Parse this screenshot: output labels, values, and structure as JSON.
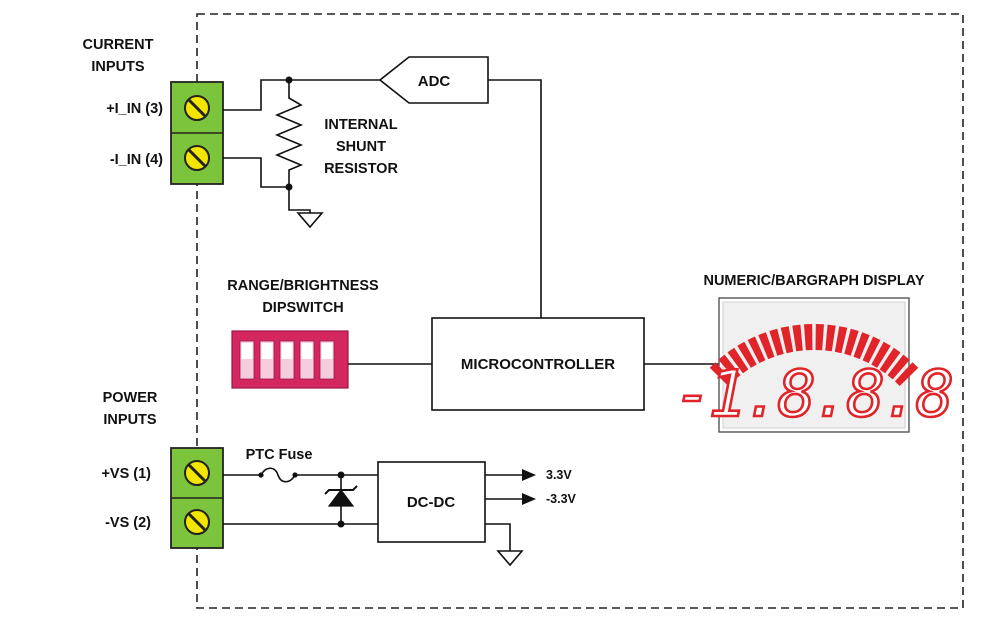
{
  "labels": {
    "current_inputs_line1": "CURRENT",
    "current_inputs_line2": "INPUTS",
    "i_in_pos": "+I_IN (3)",
    "i_in_neg": "-I_IN (4)",
    "shunt_line1": "INTERNAL",
    "shunt_line2": "SHUNT",
    "shunt_line3": "RESISTOR",
    "adc": "ADC",
    "range_line1": "RANGE/BRIGHTNESS",
    "range_line2": "DIPSWITCH",
    "microcontroller": "MICROCONTROLLER",
    "display_title": "NUMERIC/BARGRAPH DISPLAY",
    "display_readout": "-1.8.8.8",
    "power_inputs_line1": "POWER",
    "power_inputs_line2": "INPUTS",
    "vs_pos": "+VS (1)",
    "vs_neg": "-VS (2)",
    "ptc_fuse": "PTC Fuse",
    "dcdc": "DC-DC",
    "out_pos": "3.3V",
    "out_neg": "-3.3V"
  },
  "colors": {
    "terminal_green": "#7cc43c",
    "screw_yellow": "#f2e600",
    "dipswitch_pink": "#d42760",
    "segment_red": "#e0242a"
  },
  "dipswitch_positions": 5,
  "bargraph_segments": 20
}
